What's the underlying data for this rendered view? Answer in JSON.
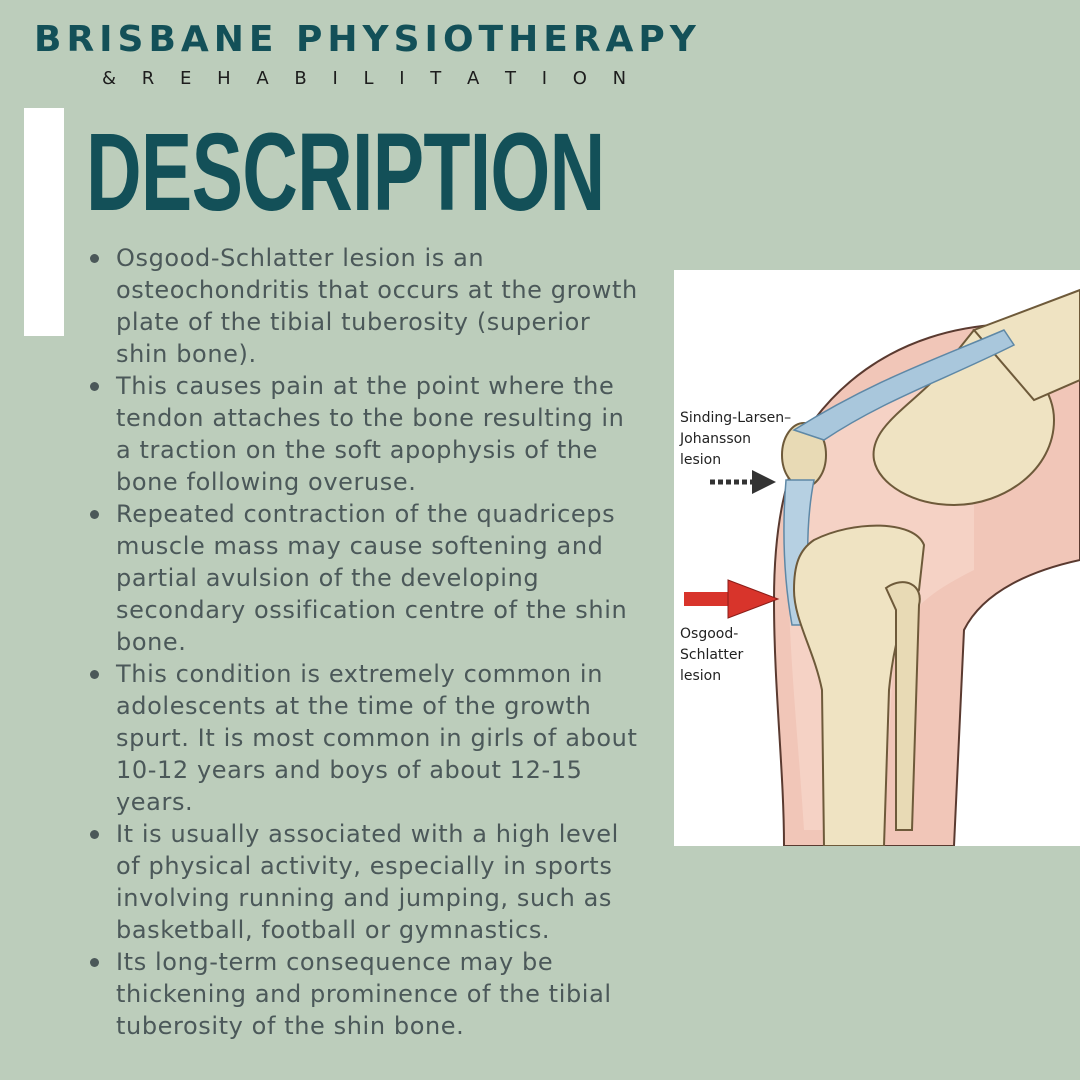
{
  "header": {
    "brand": "BRISBANE PHYSIOTHERAPY",
    "subtitle": "& R E H A B I L I T A T I O N"
  },
  "title": "DESCRIPTION",
  "bullets": [
    "Osgood-Schlatter lesion is an osteochondritis that occurs at the growth plate of the tibial tuberosity (superior shin bone).",
    "This causes pain at the point where the tendon attaches to the bone resulting in a traction on the soft apophysis of the bone following overuse.",
    "Repeated contraction of the quadriceps muscle mass may cause softening and partial avulsion of the developing secondary ossification centre of the shin bone.",
    "This condition is extremely common in adolescents at the time of the growth spurt. It is most common in girls of about 10-12 years and boys of about 12-15 years.",
    "It is usually associated with a high level of physical activity, especially in sports involving running and jumping, such as basketball, football or gymnastics.",
    "Its long-term consequence may be thickening and prominence of the tibial tuberosity of the shin bone."
  ],
  "illustration": {
    "label_top": [
      "Sinding-Larsen–",
      "Johansson",
      "lesion"
    ],
    "label_bottom": [
      "Osgood-",
      "Schlatter",
      "lesion"
    ]
  },
  "colors": {
    "background": "#bccdbb",
    "brand": "#135058",
    "body_text": "#4b5859",
    "arrow_red": "#d8342b"
  }
}
